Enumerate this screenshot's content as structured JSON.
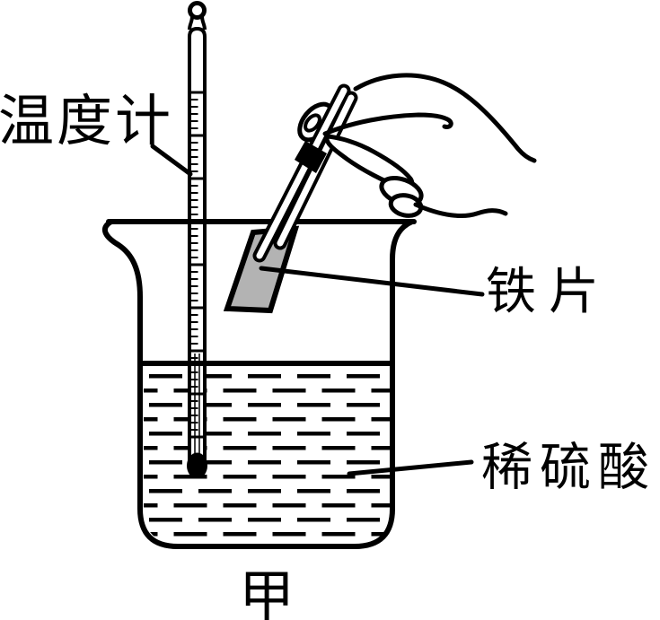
{
  "figure": {
    "type": "chemistry-experiment-diagram",
    "labels": {
      "thermometer": "温度计",
      "iron_piece": "铁片",
      "dilute_sulfuric_acid": "稀硫酸",
      "caption": "甲"
    },
    "colors": {
      "ink": "#000000",
      "background": "#ffffff",
      "iron_piece_fill": "#b3b3b3"
    }
  }
}
